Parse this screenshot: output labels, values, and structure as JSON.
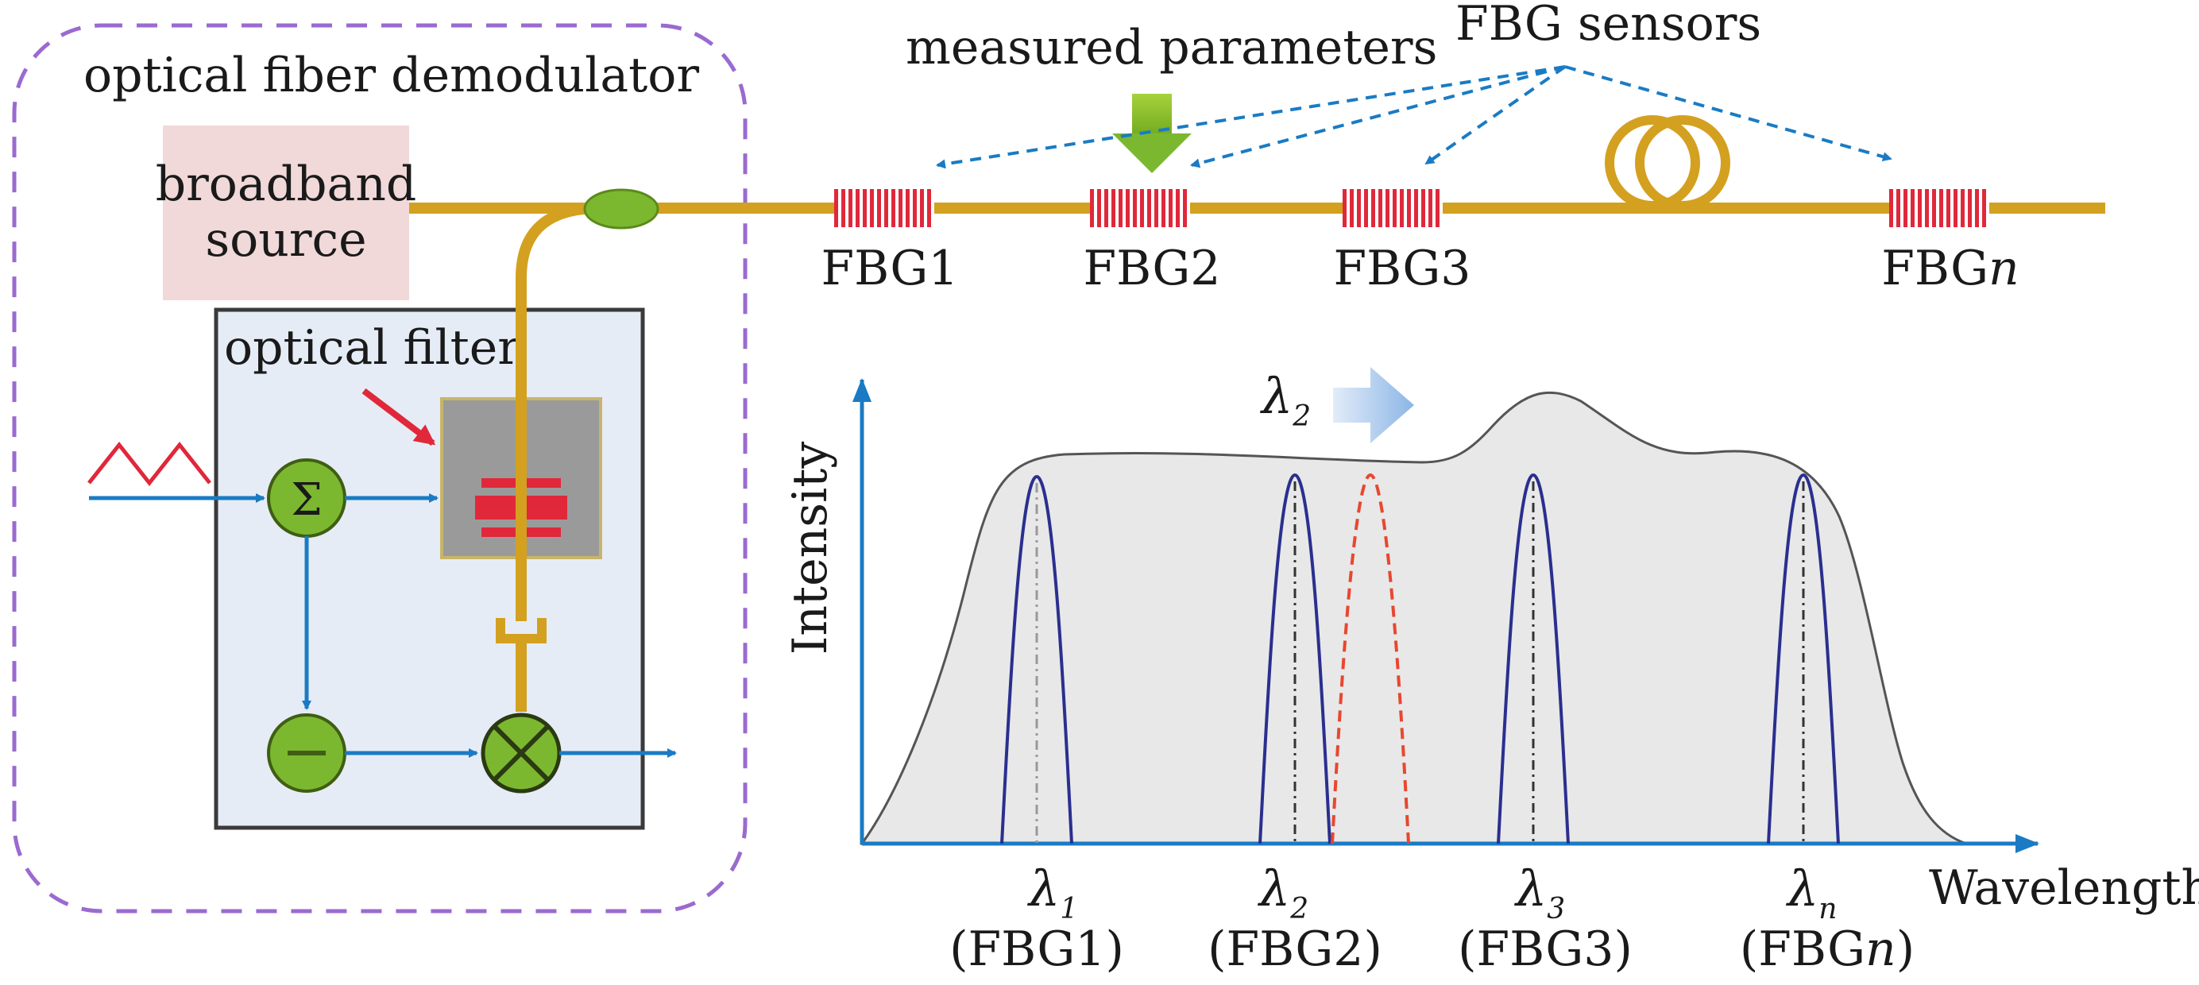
{
  "demodulator": {
    "title": "optical fiber demodulator",
    "source_line1": "broadband",
    "source_line2": "source",
    "filter_label": "optical filter"
  },
  "top": {
    "measured_parameters": "measured parameters",
    "fbg_sensors": "FBG sensors"
  },
  "gratings": [
    {
      "prefix": "FBG",
      "suffix": "1",
      "suffix_italic": false
    },
    {
      "prefix": "FBG",
      "suffix": "2",
      "suffix_italic": false
    },
    {
      "prefix": "FBG",
      "suffix": "3",
      "suffix_italic": false
    },
    {
      "prefix": "FBG",
      "suffix": "n",
      "suffix_italic": true
    }
  ],
  "spectrum": {
    "y_axis_label": "Intensity",
    "x_axis_label": "Wavelength",
    "shift_symbol": "λ",
    "shift_sub": "2",
    "peaks": [
      {
        "symbol": "λ",
        "sub": "1",
        "paren_open": "(FBG",
        "paren_var": "1",
        "paren_close": ")",
        "var_italic": false
      },
      {
        "symbol": "λ",
        "sub": "2",
        "paren_open": "(FBG",
        "paren_var": "2",
        "paren_close": ")",
        "var_italic": false
      },
      {
        "symbol": "λ",
        "sub": "3",
        "paren_open": "(FBG",
        "paren_var": "3",
        "paren_close": ")",
        "var_italic": false
      },
      {
        "symbol": "λ",
        "sub": "n",
        "paren_open": "(FBG",
        "paren_var": "n",
        "paren_close": ")",
        "var_italic": true
      }
    ]
  },
  "colors": {
    "fiber": "#d4a020",
    "grating_red": "#e0283a",
    "arrow_blue": "#1a7bc4",
    "green_node": "#7cb82f",
    "demod_border": "#9a6ad0",
    "source_fill": "#f1d9d9",
    "filter_box_fill": "#e6ecf6",
    "spectrum_fill": "#e8e8e8",
    "peak_blue": "#2a2f8f",
    "peak_red": "#e8472f"
  }
}
